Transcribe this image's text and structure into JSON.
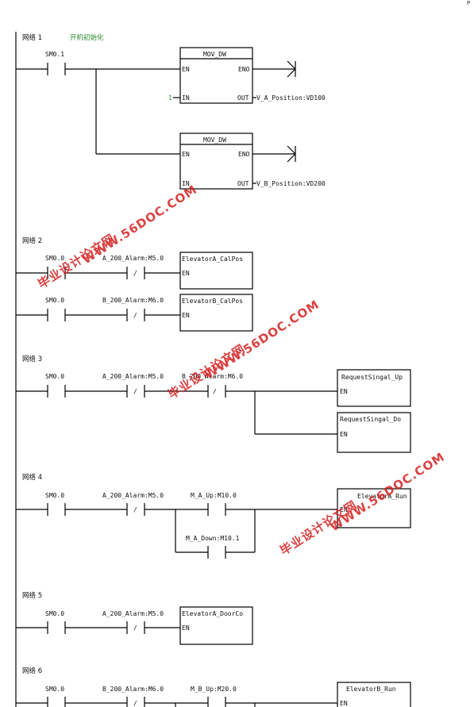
{
  "corner_text": "P",
  "networks": {
    "n1": {
      "label": "网络 1",
      "comment": "开机初始化",
      "contact": "SM0.1",
      "box1": {
        "title": "MOV_DW",
        "en": "EN",
        "eno": "ENO",
        "in": "IN",
        "out": "OUT",
        "in_value": "1",
        "out_value": "V_A_Position:VD100"
      },
      "box2": {
        "title": "MOV_DW",
        "en": "EN",
        "eno": "ENO",
        "in": "IN",
        "out": "OUT",
        "out_value": "V_B_Position:VD200"
      }
    },
    "n2": {
      "label": "网络 2",
      "row1": {
        "contact1": "SM0.0",
        "contact2": "A_200_Alarm:M5.0",
        "box": "ElevatorA_CalPos",
        "en": "EN"
      },
      "row2": {
        "contact1": "SM0.0",
        "contact2": "B_200_Alarm:M6.0",
        "box": "ElevatorB_CalPos",
        "en": "EN"
      }
    },
    "n3": {
      "label": "网络 3",
      "contact1": "SM0.0",
      "contact2": "A_200_Alarm:M5.0",
      "contact3": "B_200_Alarm:M6.0",
      "box1": "RequestSingal_Up",
      "box2": "RequestSingal_Do",
      "en": "EN"
    },
    "n4": {
      "label": "网络 4",
      "contact1": "SM0.0",
      "contact2": "A_200_Alarm:M5.0",
      "contact3": "M_A_Up:M10.0",
      "contact4": "M_A_Down:M10.1",
      "box": "ElevatorA_Run",
      "en": "EN"
    },
    "n5": {
      "label": "网络 5",
      "contact1": "SM0.0",
      "contact2": "A_200_Alarm:M5.0",
      "box": "ElevatorA_DoorCo",
      "en": "EN"
    },
    "n6": {
      "label": "网络 6",
      "contact1": "SM0.0",
      "contact2": "B_200_Alarm:M6.0",
      "contact3": "M_B_Up:M20.0",
      "box": "ElevatorB_Run",
      "en": "EN"
    }
  },
  "nc_mark": "/",
  "watermarks": {
    "url": "WWW.56DOC.COM",
    "site": "毕业设计论文网"
  }
}
